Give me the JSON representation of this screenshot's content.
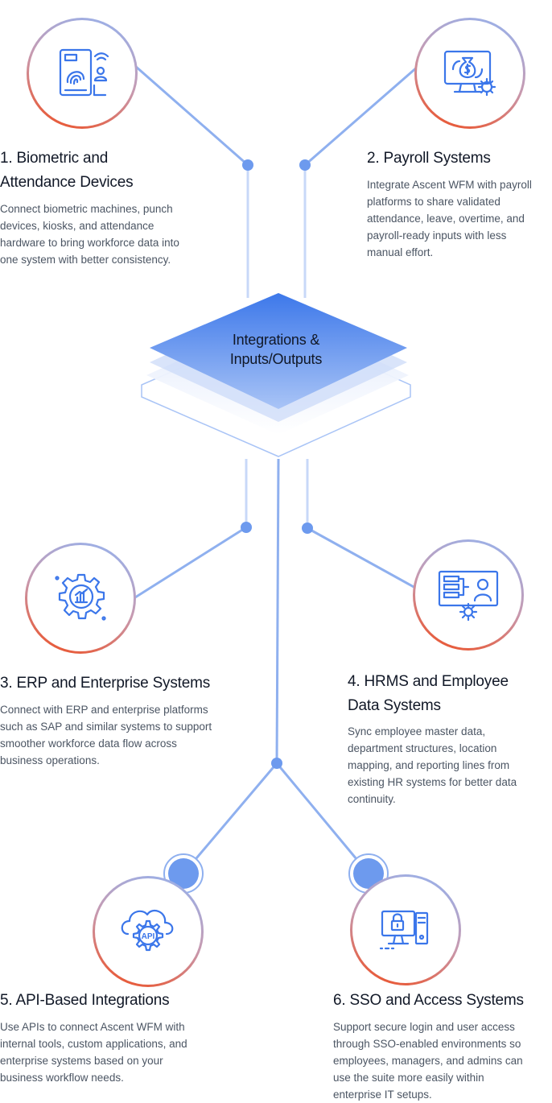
{
  "hub": {
    "label": "Integrations &\nInputs/Outputs"
  },
  "items": [
    {
      "title": "1. Biometric and\nAttendance Devices",
      "desc": "Connect biometric machines, punch\ndevices, kiosks, and attendance\nhardware to bring workforce data into\none system with better consistency.",
      "icon": "biometric-scanner-icon"
    },
    {
      "title": "2. Payroll Systems",
      "desc": "Integrate Ascent WFM with payroll\nplatforms to share validated\nattendance, leave, overtime, and\npayroll-ready inputs with less\nmanual effort.",
      "icon": "payroll-monitor-icon"
    },
    {
      "title": "3.  ERP and Enterprise Systems",
      "desc": "Connect with ERP and enterprise platforms\nsuch as SAP and similar systems to support\nsmoother workforce data flow across\nbusiness operations.",
      "icon": "erp-gear-icon"
    },
    {
      "title": "4. HRMS and Employee\nData Systems",
      "desc": "Sync employee master data,\ndepartment structures, location\nmapping, and reporting lines from\nexisting HR systems for better data\ncontinuity.",
      "icon": "hrms-board-icon"
    },
    {
      "title": "5. API-Based Integrations",
      "desc": "Use APIs to connect Ascent WFM with\ninternal tools, custom applications, and\nenterprise systems based on your\nbusiness workflow needs.",
      "icon": "api-cloud-icon",
      "icon_text": "API"
    },
    {
      "title": "6. SSO and Access Systems",
      "desc": "Support secure login and user access\nthrough SSO-enabled environments so\nemployees, managers, and admins can\nuse the suite more easily within\nenterprise IT setups.",
      "icon": "sso-lock-icon"
    }
  ],
  "colors": {
    "accent": "#3b76ea",
    "line": "#8fb0ef",
    "ring_warm": "#f04b1c",
    "ring_cool": "#93b4f2"
  }
}
